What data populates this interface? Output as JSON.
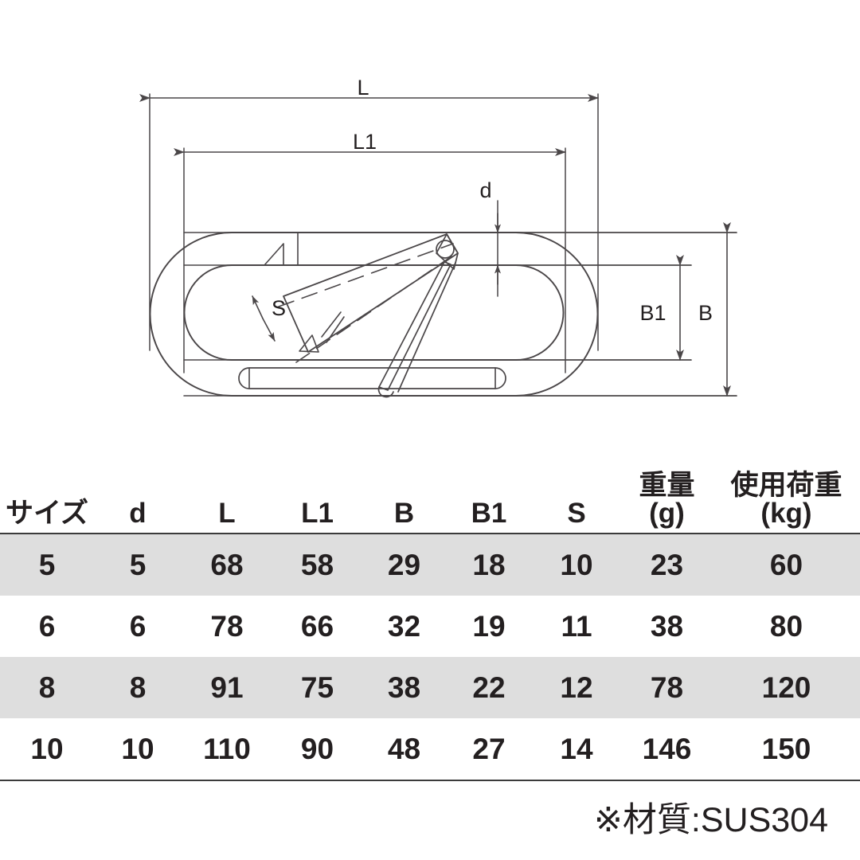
{
  "drawing": {
    "title": "carabiner-oval-spring-hook-dimension-drawing",
    "dimension_labels": {
      "overall_length": "L",
      "inner_length": "L1",
      "wire_diameter": "d",
      "overall_width": "B",
      "inner_width": "B1",
      "gate_width": "S"
    }
  },
  "table": {
    "headers": [
      {
        "line1": "サイズ",
        "line2": ""
      },
      {
        "line1": "d",
        "line2": ""
      },
      {
        "line1": "L",
        "line2": ""
      },
      {
        "line1": "L1",
        "line2": ""
      },
      {
        "line1": "B",
        "line2": ""
      },
      {
        "line1": "B1",
        "line2": ""
      },
      {
        "line1": "S",
        "line2": ""
      },
      {
        "line1": "重量",
        "line2": "(g)"
      },
      {
        "line1": "使用荷重",
        "line2": "(kg)"
      }
    ],
    "rows": [
      {
        "shaded": true,
        "cells": [
          "5",
          "5",
          "68",
          "58",
          "29",
          "18",
          "10",
          "23",
          "60"
        ]
      },
      {
        "shaded": false,
        "cells": [
          "6",
          "6",
          "78",
          "66",
          "32",
          "19",
          "11",
          "38",
          "80"
        ]
      },
      {
        "shaded": true,
        "cells": [
          "8",
          "8",
          "91",
          "75",
          "38",
          "22",
          "12",
          "78",
          "120"
        ]
      },
      {
        "shaded": false,
        "cells": [
          "10",
          "10",
          "110",
          "90",
          "48",
          "27",
          "14",
          "146",
          "150"
        ]
      }
    ]
  },
  "footnote": {
    "text": "※材質:SUS304"
  },
  "colors": {
    "ink": "#231f20",
    "line": "#4a4648",
    "shaded_row": "#dedede",
    "rule": "#3b3b3b",
    "background": "#ffffff"
  }
}
